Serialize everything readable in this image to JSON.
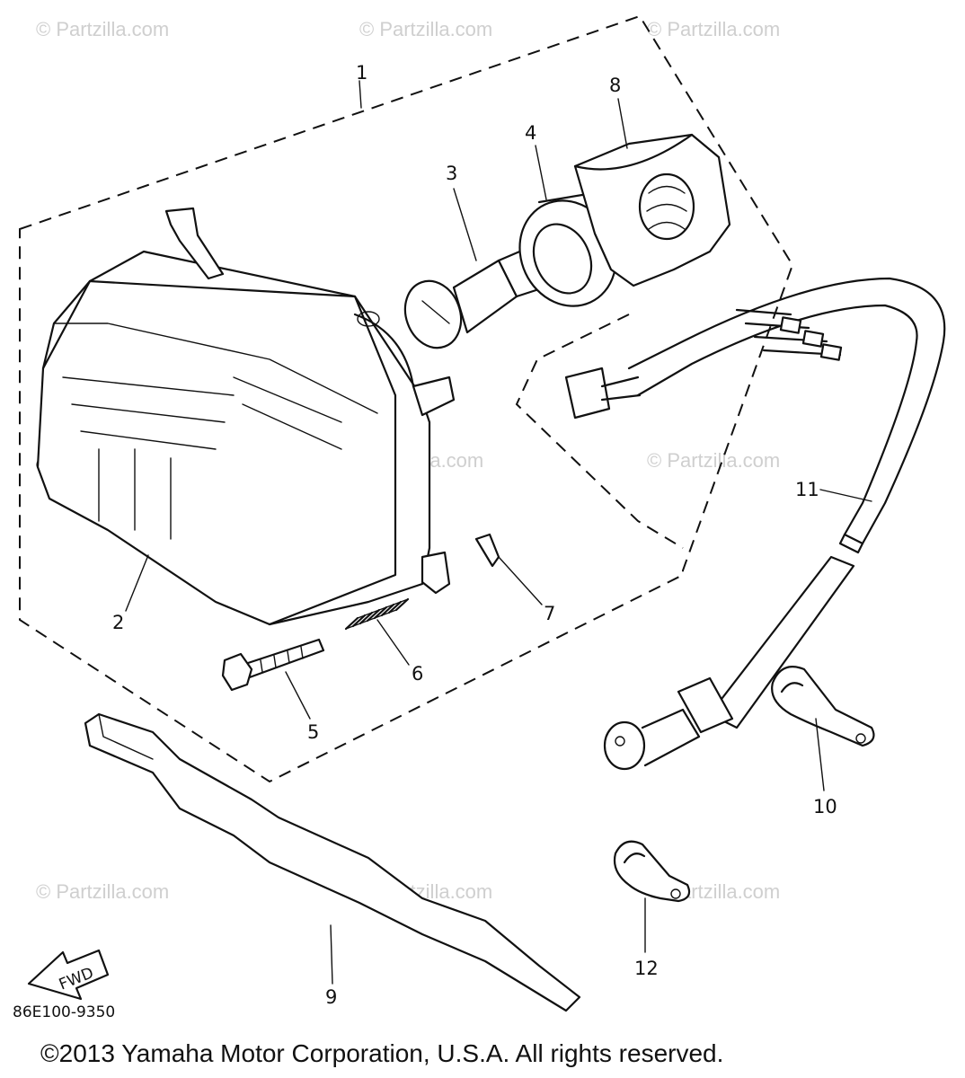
{
  "watermark": {
    "text": "© Partzilla.com"
  },
  "callouts": [
    "1",
    "2",
    "3",
    "4",
    "5",
    "6",
    "7",
    "8",
    "9",
    "10",
    "11",
    "12"
  ],
  "fwd_label": "FWD",
  "diagram_code": "86E100-9350",
  "copyright": "©2013 Yamaha Motor Corporation, U.S.A. All rights reserved.",
  "colors": {
    "line": "#111111",
    "watermark": "#cfcfcf",
    "background": "#ffffff"
  }
}
